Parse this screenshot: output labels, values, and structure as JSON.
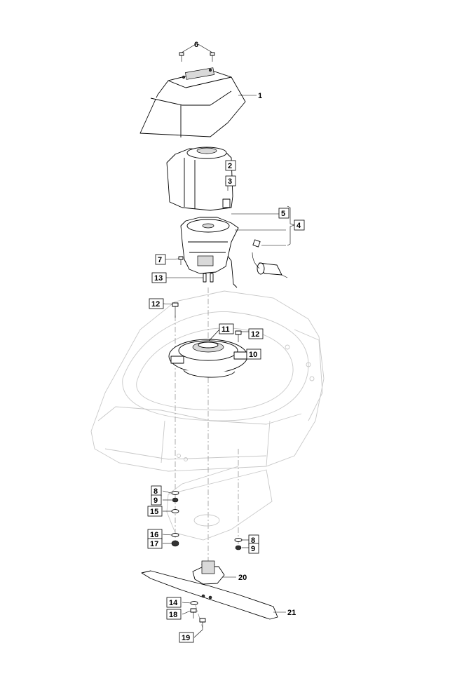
{
  "callouts": [
    {
      "id": "c6",
      "label": "6"
    },
    {
      "id": "c1",
      "label": "1"
    },
    {
      "id": "c2",
      "label": "2"
    },
    {
      "id": "c3",
      "label": "3"
    },
    {
      "id": "c5",
      "label": "5"
    },
    {
      "id": "c4",
      "label": "4"
    },
    {
      "id": "c7",
      "label": "7"
    },
    {
      "id": "c13",
      "label": "13"
    },
    {
      "id": "c12a",
      "label": "12"
    },
    {
      "id": "c11",
      "label": "11"
    },
    {
      "id": "c12b",
      "label": "12"
    },
    {
      "id": "c10",
      "label": "10"
    },
    {
      "id": "c8a",
      "label": "8"
    },
    {
      "id": "c9a",
      "label": "9"
    },
    {
      "id": "c15",
      "label": "15"
    },
    {
      "id": "c16",
      "label": "16"
    },
    {
      "id": "c17",
      "label": "17"
    },
    {
      "id": "c8b",
      "label": "8"
    },
    {
      "id": "c9b",
      "label": "9"
    },
    {
      "id": "c20",
      "label": "20"
    },
    {
      "id": "c14",
      "label": "14"
    },
    {
      "id": "c18",
      "label": "18"
    },
    {
      "id": "c21",
      "label": "21"
    },
    {
      "id": "c19",
      "label": "19"
    }
  ]
}
